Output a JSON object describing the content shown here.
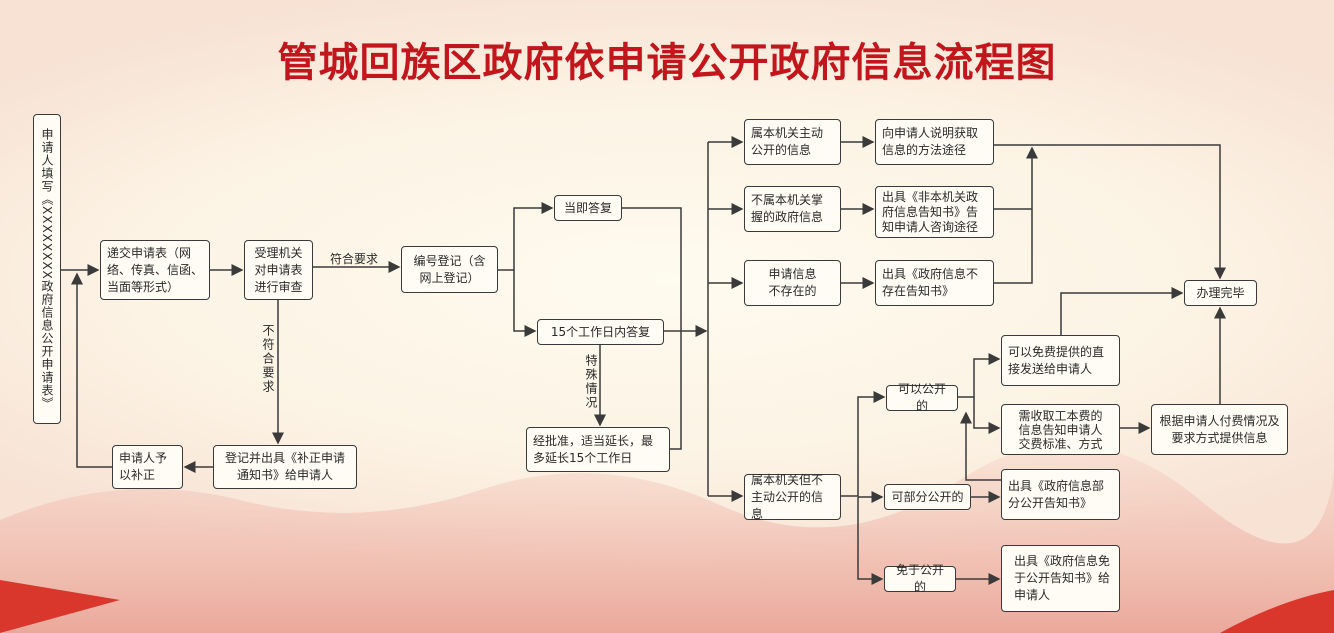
{
  "title": "管城回族区政府依申请公开政府信息流程图",
  "nodes": {
    "fill_form": "申请人填写《XXXXXXXX政府信息公开申请表》",
    "submit": "递交申请表（网络、传真、信函、当面等形式）",
    "review": "受理机关对申请表进行审查",
    "register": "编号登记（含网上登记）",
    "correction_notice": "登记并出具《补正申请通知书》给申请人",
    "applicant_correct": "申请人予以补正",
    "reply_now": "当即答复",
    "reply_15": "15个工作日内答复",
    "extend": "经批准，适当延长，最多延长15个工作日",
    "active_public": "属本机关主动公开的信息",
    "explain_method": "向申请人说明获取信息的方法途径",
    "not_own": "不属本机关掌握的政府信息",
    "not_own_notice": "出具《非本机关政府信息告知书》告知申请人咨询途径",
    "not_exist": "申请信息不存在的",
    "not_exist_notice": "出具《政府信息不存在告知书》",
    "own_not_active": "属本机关但不主动公开的信息",
    "can_public": "可以公开的",
    "partial_public": "可部分公开的",
    "exempt": "免于公开的",
    "free_send": "可以免费提供的直接发送给申请人",
    "fee_notice": "需收取工本费的信息告知申请人交费标准、方式",
    "partial_notice": "出具《政府信息部分公开告知书》",
    "exempt_notice": "出具《政府信息免于公开告知书》给申请人",
    "done": "办理完毕",
    "provide_by_payment": "根据申请人付费情况及要求方式提供信息"
  },
  "labels": {
    "meets": "符合要求",
    "not_meets": "不符合要求",
    "special": "特殊情况"
  },
  "colors": {
    "title": "#c2161c",
    "line": "#3a3a3a"
  }
}
